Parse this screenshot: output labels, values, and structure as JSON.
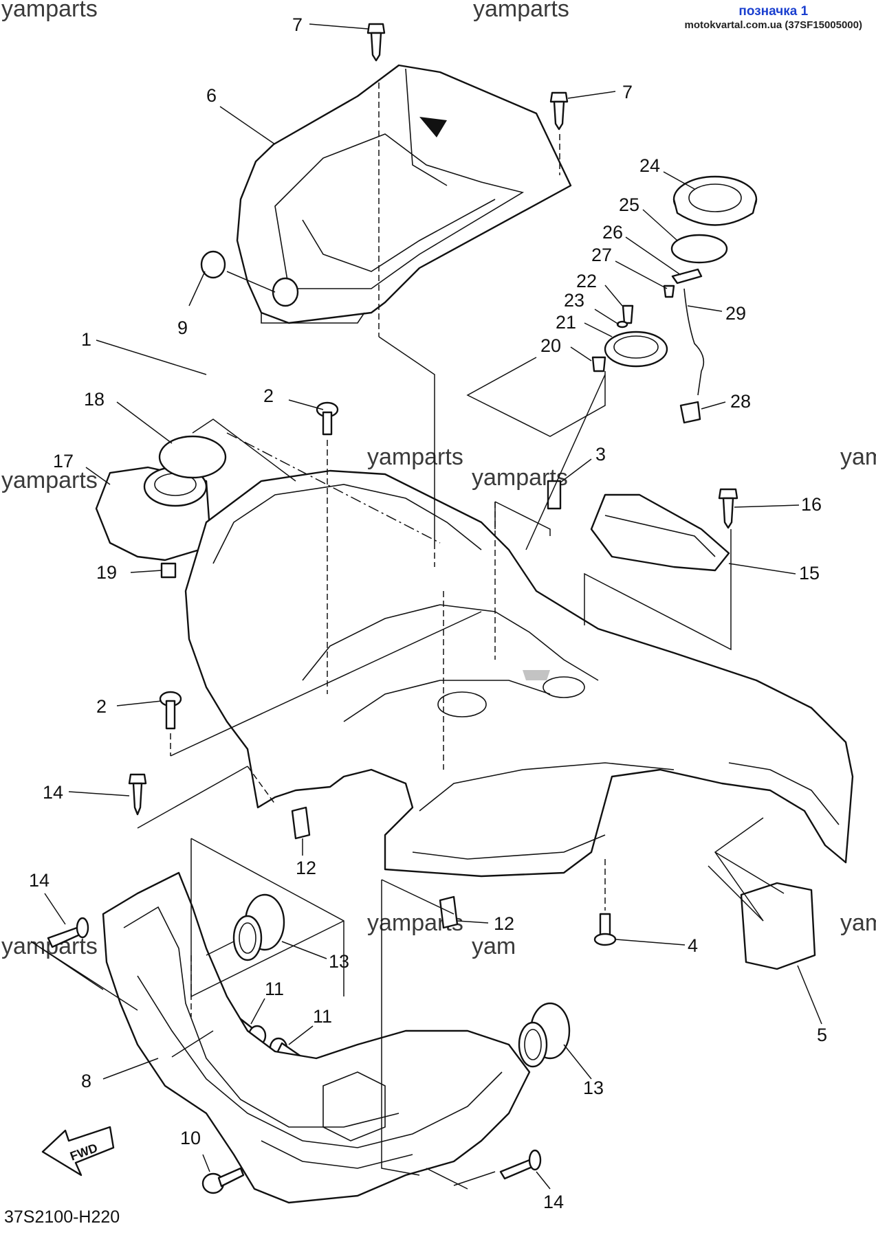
{
  "header": {
    "title": "позначка 1",
    "source": "motokvartal.com.ua (37SF15005000)"
  },
  "watermarks": [
    "yamparts",
    "yamparts",
    "yamparts",
    "yamparts",
    "yam",
    "yamparts",
    "yamparts",
    "yamparts",
    "yam"
  ],
  "diagram_code": "37S2100-H220",
  "fwd_label": "FWD",
  "callouts": [
    "7",
    "6",
    "7",
    "24",
    "25",
    "26",
    "27",
    "22",
    "29",
    "9",
    "23",
    "21",
    "20",
    "28",
    "18",
    "2",
    "17",
    "3",
    "16",
    "19",
    "15",
    "1",
    "2",
    "14",
    "12",
    "14",
    "12",
    "13",
    "4",
    "11",
    "11",
    "5",
    "8",
    "13",
    "10",
    "14"
  ]
}
